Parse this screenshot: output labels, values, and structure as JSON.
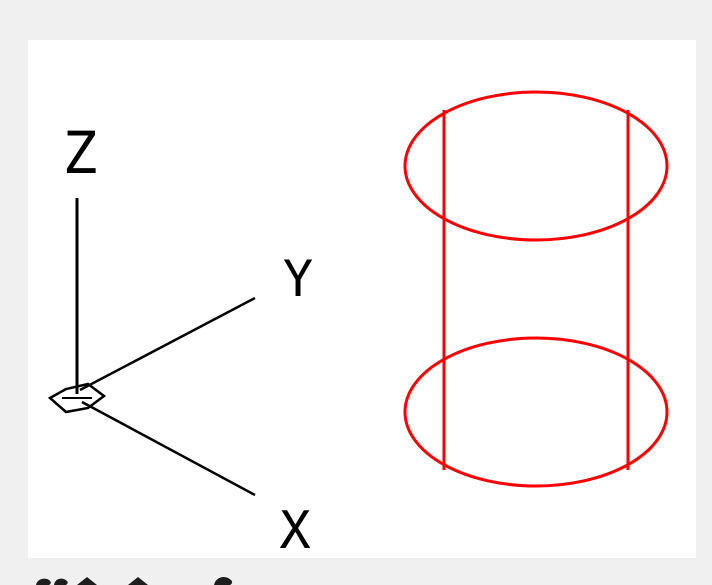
{
  "axes": {
    "z_label": "Z",
    "y_label": "Y",
    "x_label": "X"
  },
  "colors": {
    "background": "#eff0ef",
    "viewport": "#ffffff",
    "axis": "#000000",
    "model": "#ff0000"
  },
  "icons": {
    "ucs": "ucs-origin-icon",
    "model": "cylinder-wireframe-icon"
  }
}
